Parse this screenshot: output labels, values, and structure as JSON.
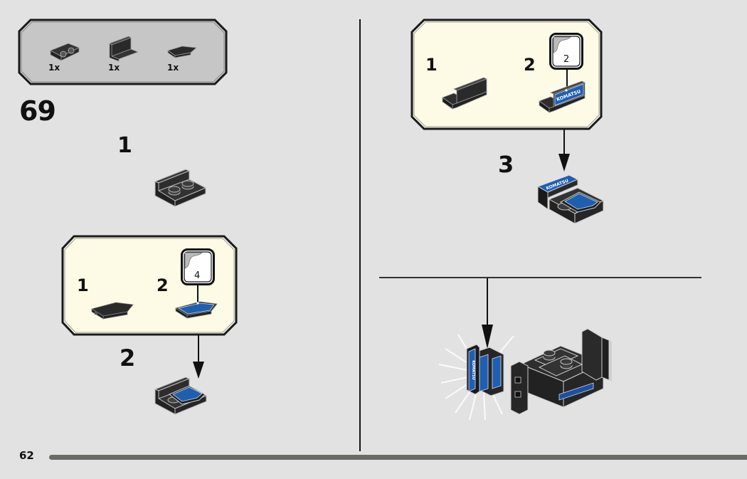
{
  "page": {
    "number": "62",
    "background": "#e2e2e2",
    "accent_colors": {
      "callout_bg": "#fdfbe6",
      "parts_bg": "#c8c8c8",
      "brick": "#2b2b2b",
      "sticker_blue": "#1f5fb0",
      "page_bar": "#6a6a66"
    }
  },
  "parts_list": {
    "items": [
      {
        "icon": "bracket-1x2-2x2-icon",
        "qty": "1x"
      },
      {
        "icon": "panel-1x2x1-icon",
        "qty": "1x"
      },
      {
        "icon": "wedge-tile-icon",
        "qty": "1x"
      }
    ]
  },
  "step": {
    "number": "69",
    "left": {
      "substep1": {
        "label": "1",
        "icon": "bracket-icon"
      },
      "callout": {
        "items": [
          {
            "label": "1",
            "icon": "wedge-tile-icon"
          },
          {
            "label": "2",
            "icon": "wedge-tile-sticker-icon",
            "sticker_number": "4"
          }
        ]
      },
      "substep2": {
        "label": "2",
        "icon": "bracket-with-tile-icon"
      }
    },
    "right": {
      "callout": {
        "items": [
          {
            "label": "1",
            "icon": "panel-icon"
          },
          {
            "label": "2",
            "icon": "panel-sticker-icon",
            "sticker_number": "2",
            "sticker_text": "KOMATSU"
          }
        ]
      },
      "substep3": {
        "label": "3",
        "icon": "subassembly-icon",
        "sticker_text": "KOMATSU"
      },
      "final": {
        "icon": "model-assembly-icon",
        "sticker_text": "KOMATSU"
      }
    }
  }
}
